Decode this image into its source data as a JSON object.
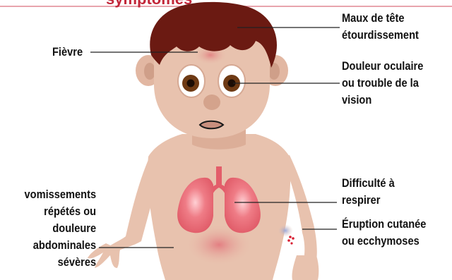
{
  "title": "symptômes",
  "colors": {
    "skin": "#e8c2ae",
    "skin_shade": "#d9ab94",
    "hair": "#6b1a12",
    "iris": "#6e3a14",
    "lungs": "#e8737e",
    "title_red": "#c2273a",
    "leader_line": "#222222"
  },
  "labels": {
    "headache": "Maux de tête\nétourdissement",
    "fever": "Fièvre",
    "eye": "Douleur oculaire\nou trouble de la\nvision",
    "vomiting": "vomissements\nrépétés ou\ndouleure\nabdominales\nsévères",
    "breathing": "Difficulté à\nrespirer",
    "rash": "Éruption cutanée\nou ecchymoses"
  }
}
